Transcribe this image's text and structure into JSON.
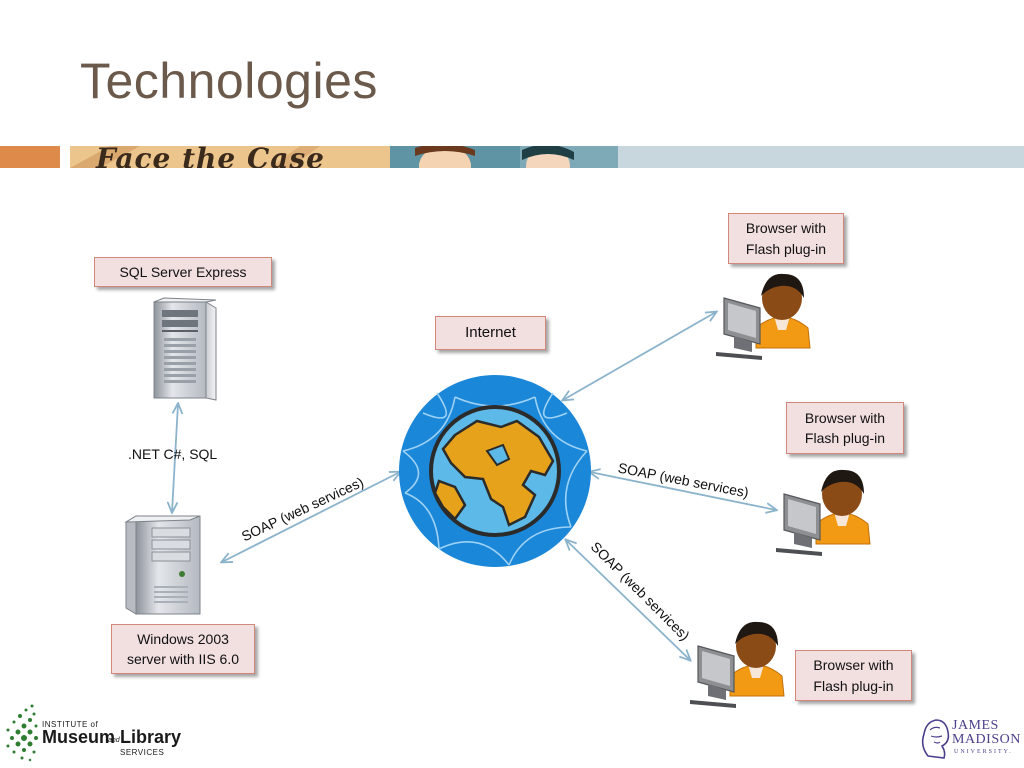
{
  "slide": {
    "title": "Technologies"
  },
  "banner": {
    "text": "Face the Case"
  },
  "nodes": {
    "sql_server": "SQL Server Express",
    "internet": "Internet",
    "windows_server": "Windows 2003\nserver with IIS 6.0",
    "browser_1": "Browser with\nFlash plug-in",
    "browser_2": "Browser with\nFlash plug-in",
    "browser_3": "Browser with\nFlash plug-in"
  },
  "edge_labels": {
    "net_sql": ".NET C#, SQL",
    "soap_left": "SOAP (web services)",
    "soap_right": "SOAP (web services)",
    "soap_bottom": "SOAP (web services)"
  },
  "logos": {
    "imls_line1": "INSTITUTE of",
    "imls_line2": "Museum",
    "imls_and": "and",
    "imls_line3": "Library",
    "imls_line4": "SERVICES",
    "jmu_line1": "JAMES",
    "jmu_line2": "MADISON",
    "jmu_line3": "UNIVERSITY."
  },
  "colors": {
    "title": "#6b5a4b",
    "box_fill": "#f2dfe0",
    "box_border": "#d3867a",
    "arrow": "#8cb3cc",
    "globe_ocean": "#1b87d8",
    "globe_land": "#e5a21a"
  }
}
